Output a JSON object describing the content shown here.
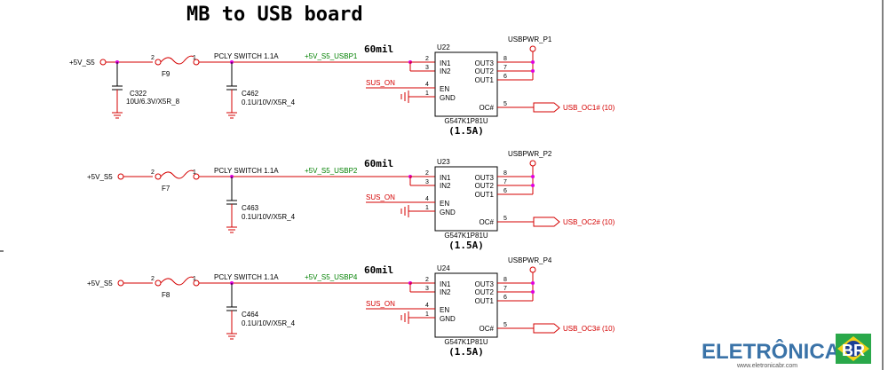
{
  "title": "MB to USB board",
  "blocks": [
    {
      "input": "+5V_S5",
      "fuse": "F9",
      "fuse_pin_in": "2",
      "fuse_pin_out": "1",
      "switch_label": "PCLY SWITCH 1.1A",
      "net": "+5V_S5_USBP1",
      "mil": "60mil",
      "extra_cap": {
        "ref": "C322",
        "value": "10U/6.3V/X5R_8"
      },
      "cap": {
        "ref": "C462",
        "value": "0.1U/10V/X5R_4"
      },
      "ic": "U22",
      "part": "G547K1P81U",
      "rating": "(1.5A)",
      "pins_left": [
        {
          "num": "2",
          "name": "IN1"
        },
        {
          "num": "3",
          "name": "IN2"
        },
        {
          "num": "4",
          "name": "EN"
        },
        {
          "num": "1",
          "name": "GND"
        }
      ],
      "pins_right": [
        {
          "num": "8",
          "name": "OUT3"
        },
        {
          "num": "7",
          "name": "OUT2"
        },
        {
          "num": "6",
          "name": "OUT1"
        },
        {
          "num": "5",
          "name": "OC#"
        }
      ],
      "enable": "SUS_ON",
      "out_net": "USBPWR_P1",
      "oc": "USB_OC1# (10)"
    },
    {
      "input": "+5V_S5",
      "fuse": "F7",
      "fuse_pin_in": "2",
      "fuse_pin_out": "1",
      "switch_label": "PCLY SWITCH 1.1A",
      "net": "+5V_S5_USBP2",
      "mil": "60mil",
      "cap": {
        "ref": "C463",
        "value": "0.1U/10V/X5R_4"
      },
      "ic": "U23",
      "part": "G547K1P81U",
      "rating": "(1.5A)",
      "pins_left": [
        {
          "num": "2",
          "name": "IN1"
        },
        {
          "num": "3",
          "name": "IN2"
        },
        {
          "num": "4",
          "name": "EN"
        },
        {
          "num": "1",
          "name": "GND"
        }
      ],
      "pins_right": [
        {
          "num": "8",
          "name": "OUT3"
        },
        {
          "num": "7",
          "name": "OUT2"
        },
        {
          "num": "6",
          "name": "OUT1"
        },
        {
          "num": "5",
          "name": "OC#"
        }
      ],
      "enable": "SUS_ON",
      "out_net": "USBPWR_P2",
      "oc": "USB_OC2# (10)"
    },
    {
      "input": "+5V_S5",
      "fuse": "F8",
      "fuse_pin_in": "2",
      "fuse_pin_out": "1",
      "switch_label": "PCLY SWITCH 1.1A",
      "net": "+5V_S5_USBP4",
      "mil": "60mil",
      "cap": {
        "ref": "C464",
        "value": "0.1U/10V/X5R_4"
      },
      "ic": "U24",
      "part": "G547K1P81U",
      "rating": "(1.5A)",
      "pins_left": [
        {
          "num": "2",
          "name": "IN1"
        },
        {
          "num": "3",
          "name": "IN2"
        },
        {
          "num": "4",
          "name": "EN"
        },
        {
          "num": "1",
          "name": "GND"
        }
      ],
      "pins_right": [
        {
          "num": "8",
          "name": "OUT3"
        },
        {
          "num": "7",
          "name": "OUT2"
        },
        {
          "num": "6",
          "name": "OUT1"
        },
        {
          "num": "5",
          "name": "OC#"
        }
      ],
      "enable": "SUS_ON",
      "out_net": "USBPWR_P4",
      "oc": "USB_OC3# (10)"
    }
  ],
  "watermark": {
    "brand": "ELETRÔNICA",
    "badge": "BR",
    "url": "www.eletronicabr.com"
  }
}
